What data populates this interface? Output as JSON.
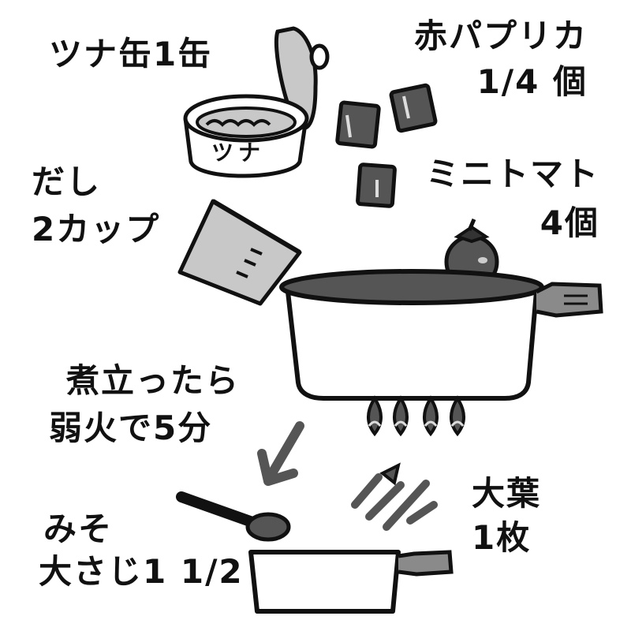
{
  "labels": {
    "tuna": "ツナ缶1缶",
    "tuna_can_text": "ツナ",
    "paprika_line1": "赤パプリカ",
    "paprika_line2": "1/4 個",
    "tomato_line1": "ミニトマト",
    "tomato_line2": "4個",
    "dashi_line1": "だし",
    "dashi_line2": "2カップ",
    "boil_line1": "煮立ったら",
    "boil_line2": "弱火で5分",
    "miso_line1": "みそ",
    "miso_line2": "大さじ1 1/2",
    "shiso_line1": "大葉",
    "shiso_line2": "1枚"
  },
  "colors": {
    "ink": "#111111",
    "dark_gray": "#555555",
    "mid_gray": "#8a8a8a",
    "light_gray": "#c8c8c8",
    "pot_fill": "#ffffff"
  },
  "icons": [
    "tuna-can-icon",
    "paprika-pieces-icon",
    "measuring-cup-icon",
    "mini-tomato-icon",
    "large-pot-icon",
    "gas-flame-icon",
    "down-arrow-icon",
    "measuring-spoon-icon",
    "shiso-leaf-icon",
    "small-pot-icon"
  ]
}
